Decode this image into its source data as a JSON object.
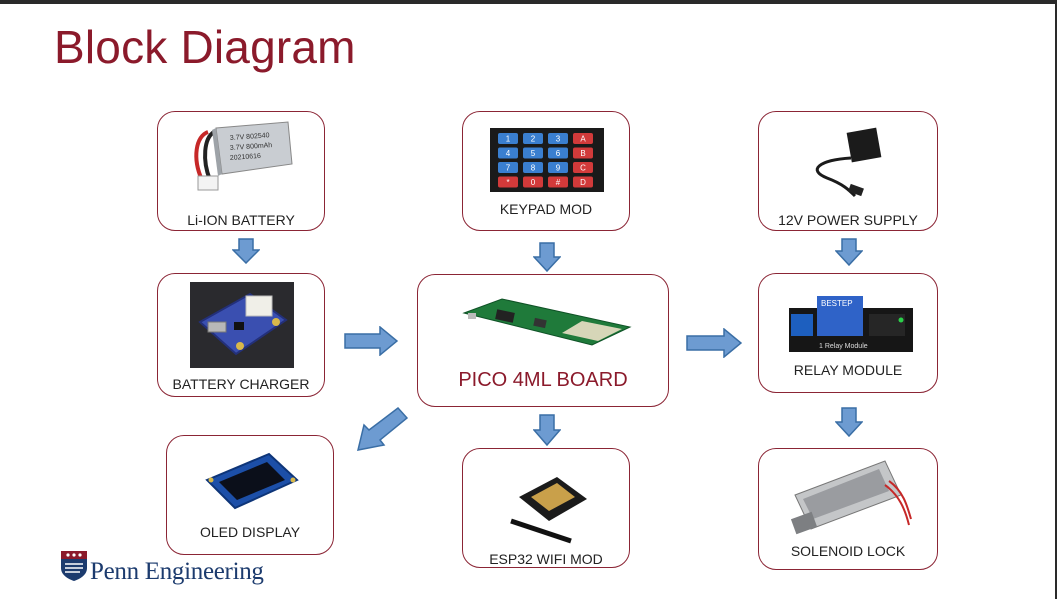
{
  "slide": {
    "title": "Block Diagram"
  },
  "blocks": {
    "battery": "Li-ION BATTERY",
    "charger": "BATTERY CHARGER",
    "oled": "OLED DISPLAY",
    "keypad": "KEYPAD MOD",
    "pico": "PICO 4ML BOARD",
    "esp32": "ESP32 WIFI MOD",
    "power": "12V POWER SUPPLY",
    "relay": "RELAY MODULE",
    "solenoid": "SOLENOID LOCK"
  },
  "photos": {
    "battery_print": [
      "3.7V 802540",
      "3.7V 800mAh",
      "20210616"
    ],
    "keypad_keys": [
      "1",
      "2",
      "3",
      "A",
      "4",
      "5",
      "6",
      "B",
      "7",
      "8",
      "9",
      "C",
      "*",
      "0",
      "#",
      "D"
    ],
    "relay_print": [
      "BESTEP",
      "1 Relay Module"
    ]
  },
  "footer": {
    "logo_text": "Penn Engineering"
  },
  "colors": {
    "accent": "#8b1a2b",
    "arrow_fill": "#6d9bd1",
    "arrow_stroke": "#3a6ea5",
    "logo": "#1c3b6e"
  }
}
